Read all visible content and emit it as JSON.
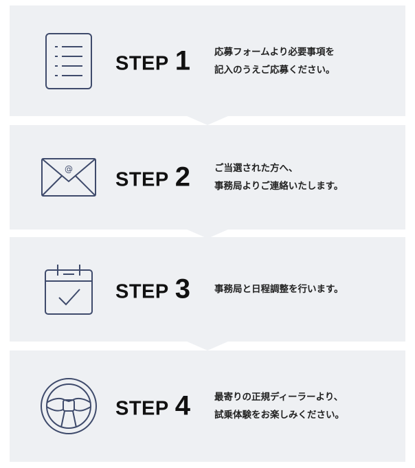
{
  "steps": [
    {
      "word": "STEP",
      "number": "1",
      "icon": "document-list-icon",
      "lines": [
        "応募フォームより必要事項を",
        "記入のうえご応募ください。"
      ]
    },
    {
      "word": "STEP",
      "number": "2",
      "icon": "envelope-at-icon",
      "lines": [
        "ご当選された方へ、",
        "事務局よりご連絡いたします。"
      ]
    },
    {
      "word": "STEP",
      "number": "3",
      "icon": "calendar-check-icon",
      "lines": [
        "事務局と日程調整を行います。"
      ]
    },
    {
      "word": "STEP",
      "number": "4",
      "icon": "steering-wheel-icon",
      "lines": [
        "最寄りの正規ディーラーより、",
        "試乗体験をお楽しみください。"
      ]
    }
  ],
  "colors": {
    "card_background": "#eef0f3",
    "icon_stroke": "#3e4a6b",
    "heading_text": "#111111",
    "body_text": "#222222"
  }
}
